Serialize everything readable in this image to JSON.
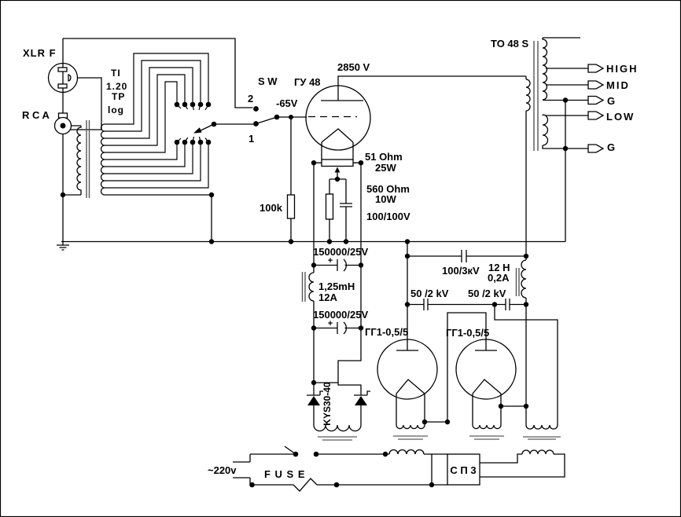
{
  "diagram_title": "Tube amplifier schematic",
  "colors": {
    "background": "#ffffff",
    "line": "#000000",
    "core": "#999999"
  },
  "labels": {
    "xlr": "XLR F",
    "rca": "R C A",
    "t1_name": "TI",
    "t1_ratio": "1.20",
    "t1_tp": "TP",
    "t1_log": "log",
    "sw": "S W",
    "sw_pos2": "2",
    "sw_pos1": "1",
    "bias": "-65V",
    "tube_main": "ГУ 48",
    "hv": "2850 V",
    "out_transformer": "TO 48 S",
    "out_high": "HIGH",
    "out_mid": "MID",
    "out_g1": "G",
    "out_low": "LOW",
    "out_g2": "G",
    "pot_value": "51 Ohm",
    "pot_power": "25W",
    "r560": "560 Ohm",
    "r560_power": "10W",
    "c_cathode": "100/100V",
    "r_grid": "100k",
    "c_filter1": "150000/25V",
    "c_filter1_plus": "+",
    "l_filament": "1,25mH",
    "l_filament_amps": "12A",
    "c_filter2": "150000/25V",
    "c_filter2_plus": "+",
    "c_hv": "100/3кV",
    "l_hv": "12 H",
    "l_hv_amps": "0,2A",
    "c50_left": "50 /2 kV",
    "c50_right": "50 /2 kV",
    "rect_tube1": "ГГ1-0,5/5",
    "rect_tube2": "ГГ1-0,5/5",
    "diodes": "KYS30-40",
    "mains": "~220v",
    "fuse": "F U S E",
    "spz_box": "С П 3"
  }
}
